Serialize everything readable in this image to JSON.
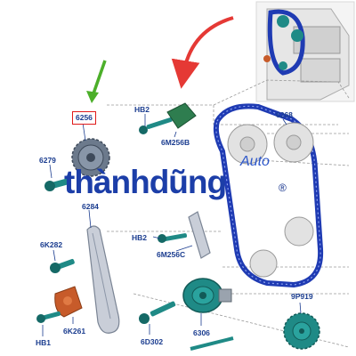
{
  "labels": {
    "p6256": "6256",
    "p6279": "6279",
    "hb2_top": "HB2",
    "p6m256b": "6M256B",
    "p6268": "6268",
    "p6284": "6284",
    "p6k282": "6K282",
    "hb2_mid": "HB2",
    "p6m256c": "6M256C",
    "p9p919": "9P919",
    "hb1": "HB1",
    "p6k261": "6K261",
    "p6d302": "6D302",
    "p6306": "6306"
  },
  "watermark": {
    "text_part1": "thành",
    "text_part2": "dũng",
    "auto": "Auto",
    "reg": "®"
  },
  "colors": {
    "label_blue": "#1a3c8f",
    "highlight_red": "#e01b1b",
    "chain_blue": "#1f3bb3",
    "guide_green": "#2e7d4f",
    "tensioner_orange": "#c75b2a",
    "gear_teal": "#1f8a86",
    "arrow_green": "#4caf2a",
    "arrow_red": "#e53935"
  },
  "icons": {
    "arrow_green": "arrow-down-left-icon",
    "arrow_red": "curved-arrow-icon"
  }
}
